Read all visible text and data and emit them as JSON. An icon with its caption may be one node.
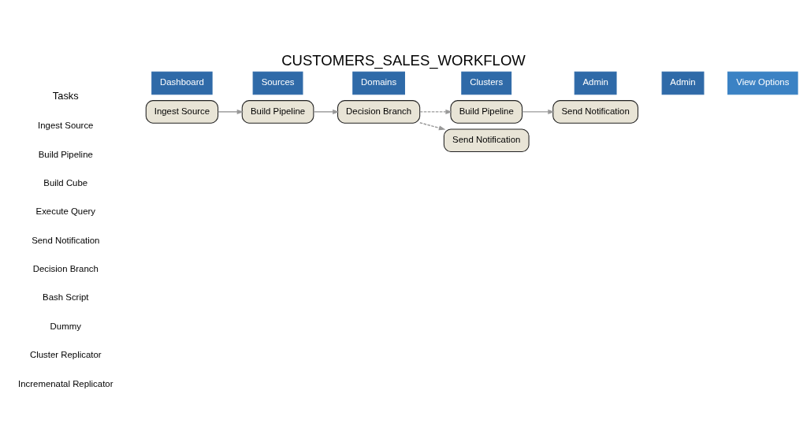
{
  "diagram": {
    "title": "CUSTOMERS_SALES_WORKFLOW",
    "nodes": [
      {
        "text": [
          "Ingest Source"
        ]
      },
      {
        "text": [
          "Build Pipeline"
        ]
      },
      {
        "text": [
          "Decision Branch"
        ]
      },
      {
        "text": [
          "Build Pipeline"
        ]
      },
      {
        "text": [
          "Send Notification"
        ]
      },
      {
        "text": [
          "Send Notification"
        ]
      }
    ],
    "edges": [
      {
        "from": 0,
        "to": 1,
        "arrow": "to"
      },
      {
        "from": 1,
        "to": 2,
        "arrow": "to"
      },
      {
        "from": 2,
        "to": 3,
        "arrow": "to",
        "style": "dashed"
      },
      {
        "from": 2,
        "to": 5,
        "arrow": "to",
        "style": "dashed"
      },
      {
        "from": 3,
        "to": 4,
        "arrow": "to"
      }
    ],
    "labels": [
      "Dashboard",
      "Sources",
      "Domains",
      "Clusters",
      "Admin",
      "Admin",
      "View Options",
      "Tasks",
      "Ingest Source",
      "Build Pipeline",
      "Build Cube",
      "Execute Query",
      "Send Notification",
      "Decision Branch",
      "Bash Script",
      "Dummy",
      "Cluster Replicator",
      "Incremenatal Replicator"
    ]
  }
}
